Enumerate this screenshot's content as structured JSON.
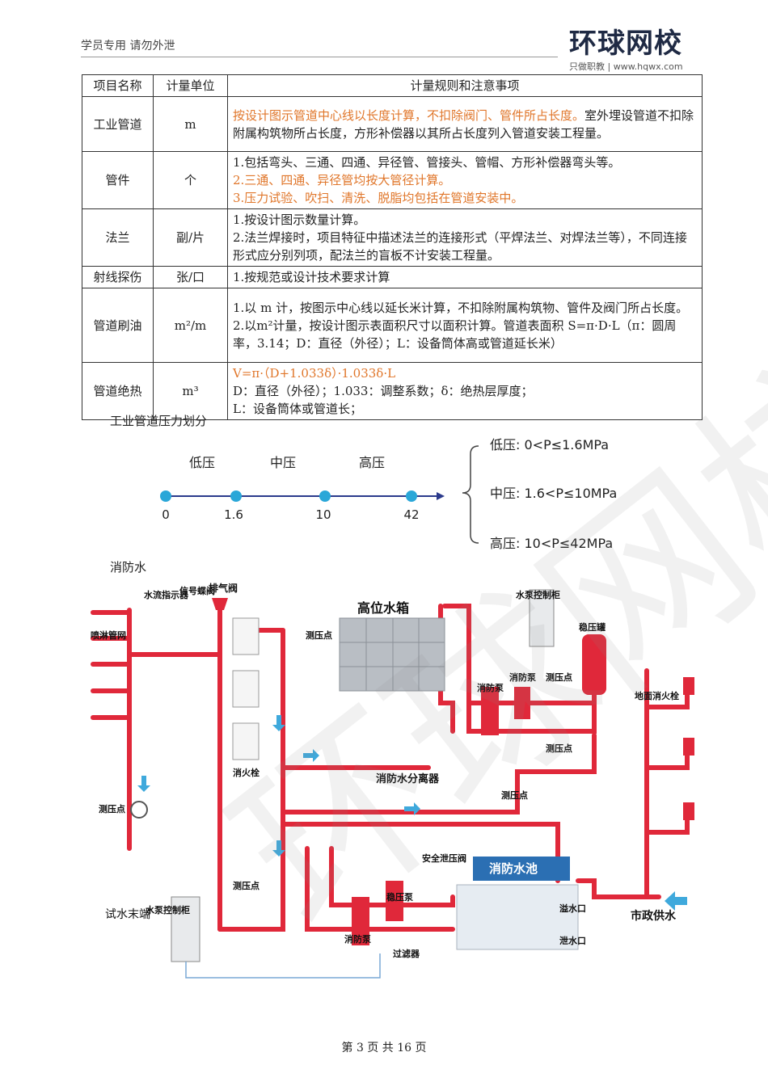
{
  "header": {
    "left_text": "学员专用 请勿外泄",
    "logo_main": "环球网校",
    "logo_sub": "只做职教 | www.hqwx.com"
  },
  "table": {
    "columns": [
      "项目名称",
      "计量单位",
      "计量规则和注意事项"
    ],
    "rows": [
      {
        "name": "工业管道",
        "unit": "m",
        "rule_hl": "按设计图示管道中心线以长度计算，不扣除阀门、管件所占长度。",
        "rule_rest": "室外埋设管道不扣除附属构筑物所占长度，方形补偿器以其所占长度列入管道安装工程量。"
      },
      {
        "name": "管件",
        "unit": "个",
        "line1": "1.包括弯头、三通、四通、异径管、管接头、管帽、方形补偿器弯头等。",
        "line2": "2.三通、四通、异径管均按大管径计算。",
        "line3": "3.压力试验、吹扫、清洗、脱脂均包括在管道安装中。"
      },
      {
        "name": "法兰",
        "unit": "副/片",
        "line1": "1.按设计图示数量计算。",
        "line2": "2.法兰焊接时，项目特征中描述法兰的连接形式（平焊法兰、对焊法兰等），不同连接形式应分别列项，配法兰的盲板不计安装工程量。"
      },
      {
        "name": "射线探伤",
        "unit": "张/口",
        "line1": "1.按规范或设计技术要求计算"
      },
      {
        "name": "管道刷油",
        "unit": "m²/m",
        "line1": "1.以 m 计，按图示中心线以延长米计算，不扣除附属构筑物、管件及阀门所占长度。",
        "line2": "2.以m²计量，按设计图示表面积尺寸以面积计算。管道表面积 S=π·D·L（π：圆周率，3.14；D：直径（外径）；L：设备筒体高或管道延长米）"
      },
      {
        "name": "管道绝热",
        "unit": "m³",
        "line1": "V=π·（D+1.033δ）·1.033δ·L",
        "line2": "D：直径（外径）；1.033：调整系数；δ：绝热层厚度；",
        "line3": "L：设备筒体或管道长；"
      }
    ]
  },
  "pressure": {
    "section_title": "工业管道压力划分",
    "zones": [
      "低压",
      "中压",
      "高压"
    ],
    "ticks": [
      "0",
      "1.6",
      "10",
      "42"
    ],
    "classes": [
      "低压: 0<P≤1.6MPa",
      "中压: 1.6<P≤10MPa",
      "高压: 10<P≤42MPa"
    ]
  },
  "fire": {
    "section_title": "消防水",
    "labels": {
      "exhaust_valve": "排气阀",
      "signal_valve": "信号蝶阀",
      "flow_indicator": "水流指示器",
      "sprinkler": "喷淋管网",
      "high_tank": "高位水箱",
      "pump_cabinet_top": "水泵控制柜",
      "pressure_tank": "稳压罐",
      "ground_hydrant": "地面消火栓",
      "hydrant": "消火栓",
      "test_point": "测压点",
      "fire_pump": "消防泵",
      "separator": "消防水分离器",
      "test_end": "试水末端",
      "safety_valve": "安全泄压阀",
      "pool": "消防水池",
      "overflow": "溢水口",
      "drain": "泄水口",
      "municipal": "市政供水",
      "stabilizer_pump": "稳压泵",
      "filter": "过滤器",
      "pump_cabinet_bottom": "水泵控制柜"
    }
  },
  "footer": "第 3 页 共 16 页",
  "colors": {
    "pipe": "#e0283a",
    "arrow": "#3fa9dc",
    "highlight": "#e0762a",
    "dot": "#2aa7d8",
    "line": "#2b3a8c"
  }
}
